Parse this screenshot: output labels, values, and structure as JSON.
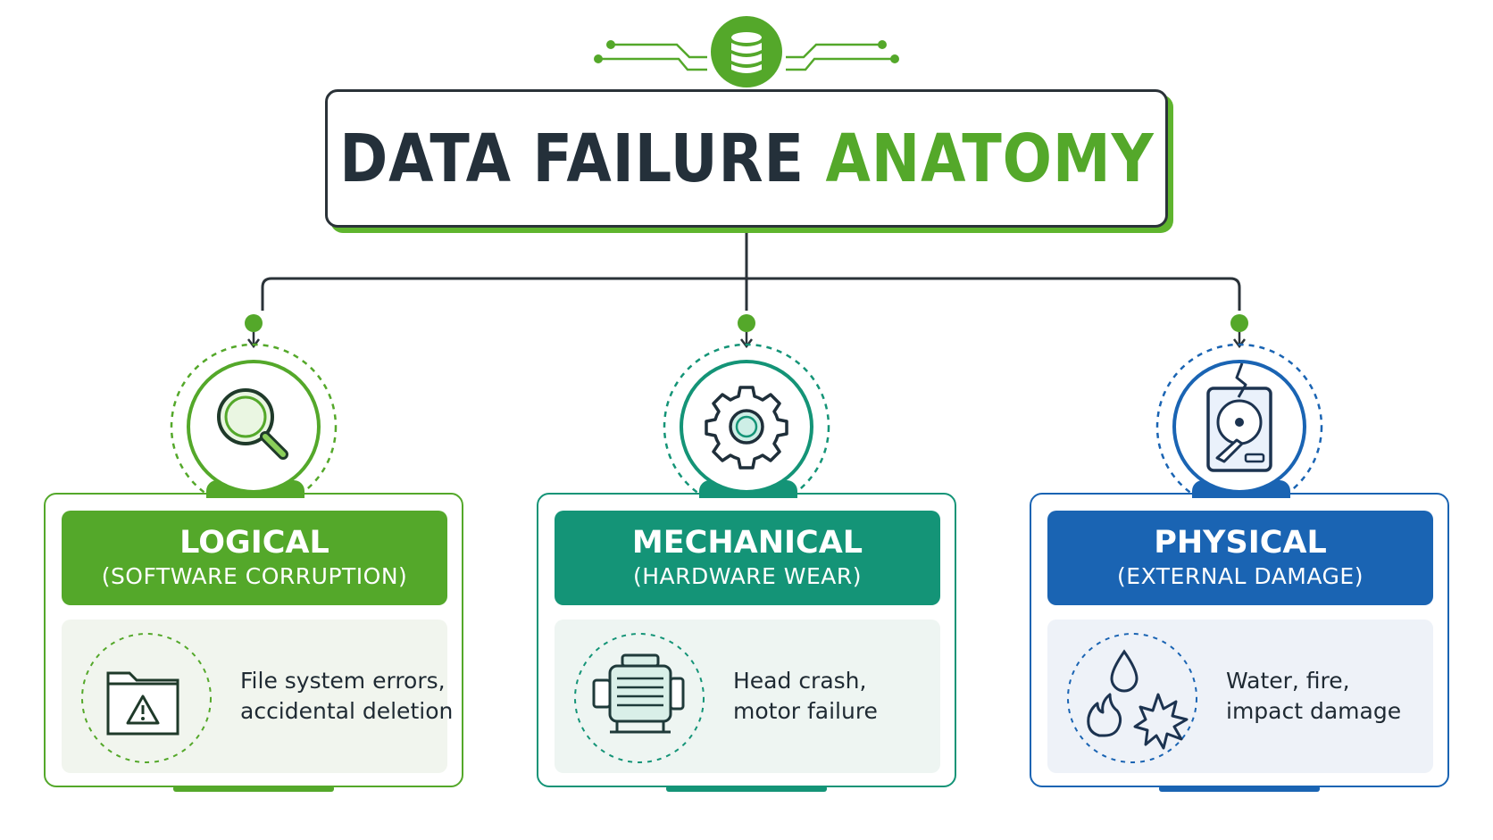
{
  "title": {
    "part1": "DATA FAILURE",
    "part2": "ANATOMY"
  },
  "colors": {
    "green": "#54a82a",
    "teal": "#149477",
    "blue": "#1a64b3",
    "dark": "#24303a"
  },
  "categories": [
    {
      "title": "LOGICAL",
      "subtitle": "(SOFTWARE CORRUPTION)",
      "top_icon": "magnifier-icon",
      "detail_icon": "folder-warning-icon",
      "description_lines": [
        "File system errors,",
        "accidental deletion"
      ]
    },
    {
      "title": "MECHANICAL",
      "subtitle": "(HARDWARE WEAR)",
      "top_icon": "gear-icon",
      "detail_icon": "motor-icon",
      "description_lines": [
        "Head crash,",
        "motor failure"
      ]
    },
    {
      "title": "PHYSICAL",
      "subtitle": "(EXTERNAL DAMAGE)",
      "top_icon": "cracked-hard-drive-icon",
      "detail_icon": "water-fire-impact-icon",
      "description_lines": [
        "Water, fire,",
        "impact damage"
      ]
    }
  ]
}
